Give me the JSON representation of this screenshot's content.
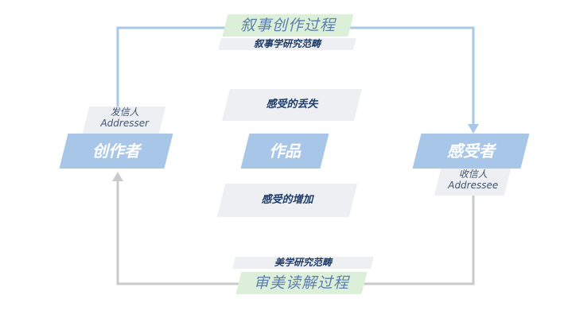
{
  "top": {
    "process_label": "叙事创作过程",
    "domain_label": "叙事学研究范畴"
  },
  "bottom": {
    "domain_label": "美学研究范畴",
    "process_label": "审美读解过程"
  },
  "left": {
    "role_cn": "发信人",
    "role_en": "Addresser",
    "node_label": "创作者"
  },
  "center": {
    "loss_label": "感受的丢失",
    "work_label": "作品",
    "gain_label": "感受的增加"
  },
  "right": {
    "node_label": "感受者",
    "role_cn": "收信人",
    "role_en": "Addressee"
  },
  "colors": {
    "top_path": "#a9c7e6",
    "bottom_path": "#c9cacd",
    "node_fill": "#a8c6e8",
    "grey_fill": "#eeeff3",
    "green_fill": "#dcefd8"
  }
}
